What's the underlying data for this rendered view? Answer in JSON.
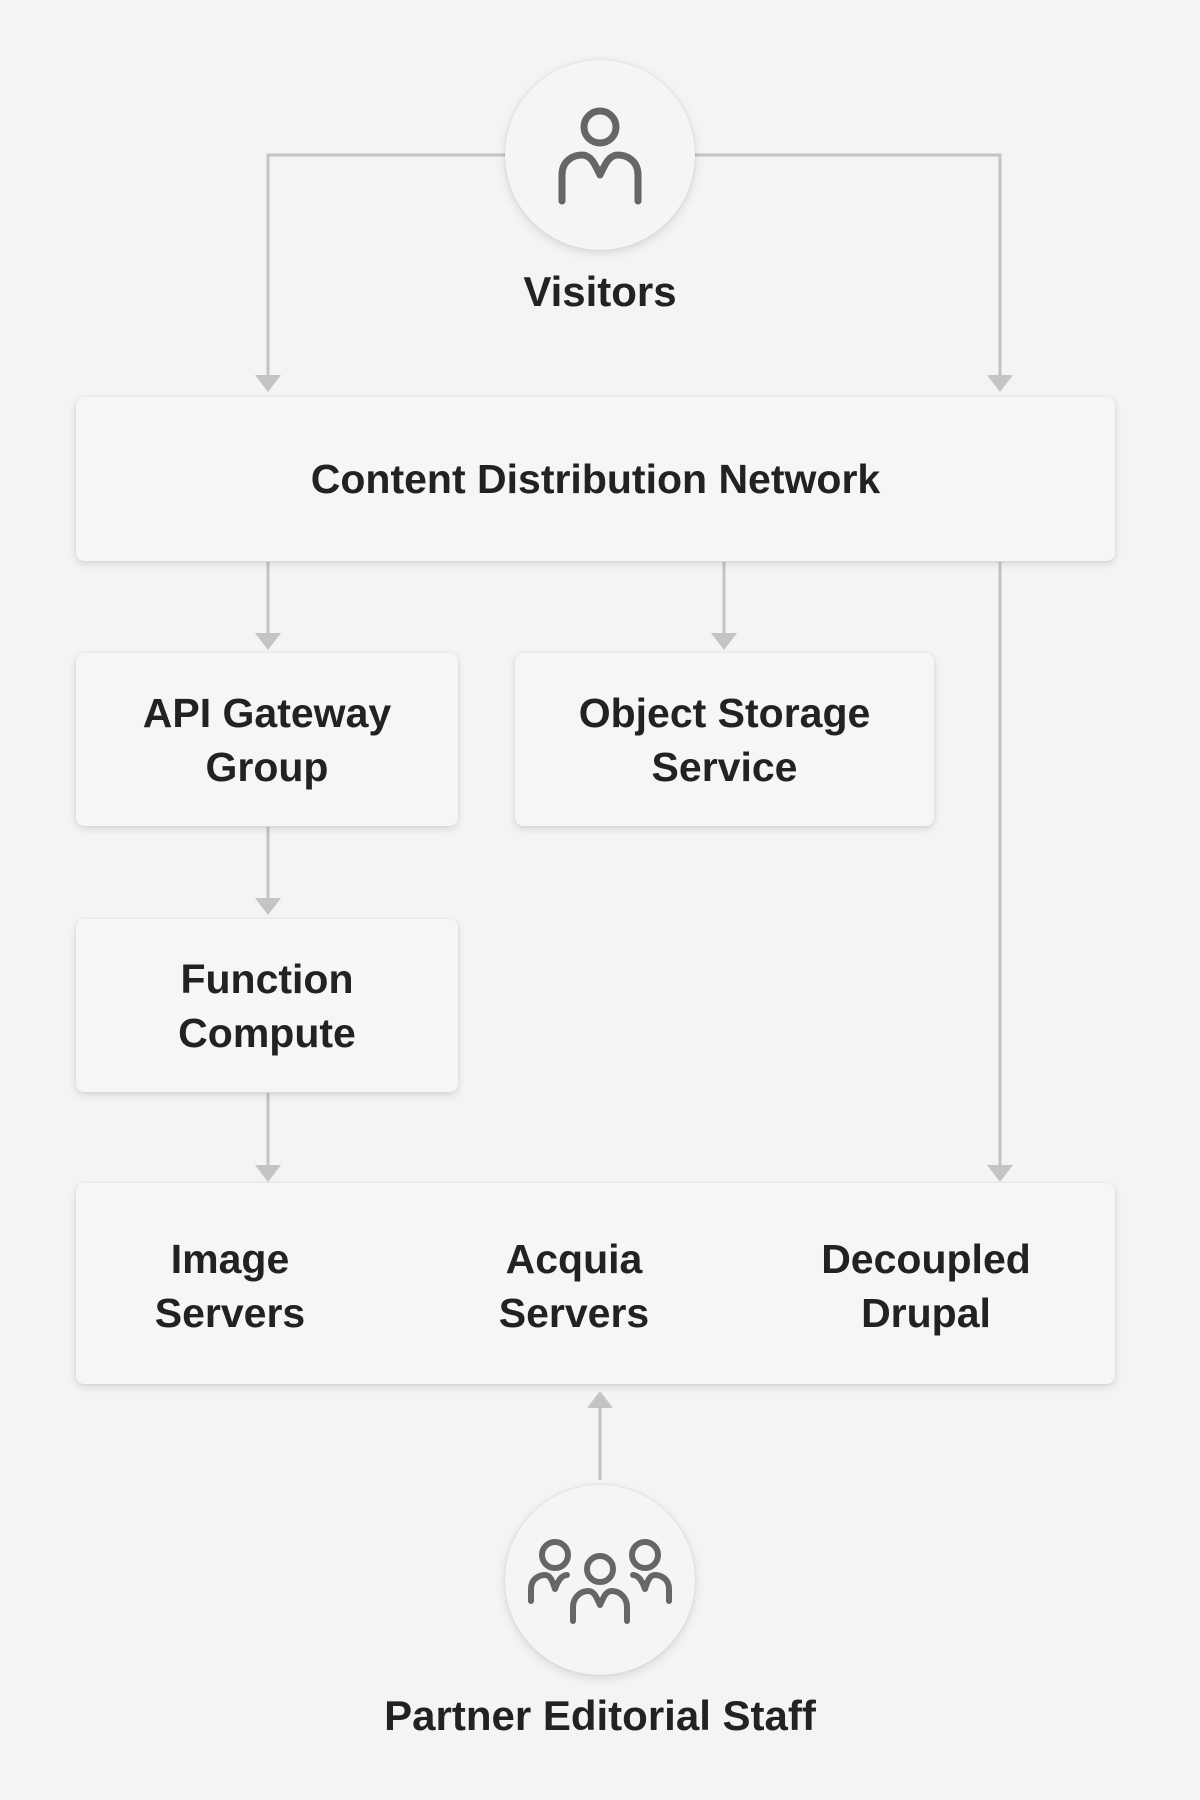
{
  "nodes": {
    "visitors": {
      "label": "Visitors",
      "icon": "person-icon"
    },
    "cdn": {
      "label": "Content Distribution Network"
    },
    "api_gateway": {
      "line1": "API Gateway",
      "line2": "Group"
    },
    "object_storage": {
      "line1": "Object Storage",
      "line2": "Service"
    },
    "function_compute": {
      "line1": "Function",
      "line2": "Compute"
    },
    "backend": {
      "image_servers": {
        "line1": "Image",
        "line2": "Servers"
      },
      "acquia_servers": {
        "line1": "Acquia",
        "line2": "Servers"
      },
      "decoupled_drupal": {
        "line1": "Decoupled",
        "line2": "Drupal"
      }
    },
    "partner_staff": {
      "label": "Partner Editorial Staff",
      "icon": "group-icon"
    }
  },
  "edges": [
    {
      "from": "visitors",
      "to": "cdn"
    },
    {
      "from": "visitors",
      "to": "cdn"
    },
    {
      "from": "cdn",
      "to": "api_gateway"
    },
    {
      "from": "cdn",
      "to": "object_storage"
    },
    {
      "from": "cdn",
      "to": "backend"
    },
    {
      "from": "api_gateway",
      "to": "function_compute"
    },
    {
      "from": "function_compute",
      "to": "backend"
    },
    {
      "from": "partner_staff",
      "to": "backend"
    }
  ],
  "colors": {
    "background": "#f4f4f4",
    "box": "#f6f6f6",
    "connector": "#c4c4c4",
    "text": "#222222",
    "icon": "#666666"
  }
}
